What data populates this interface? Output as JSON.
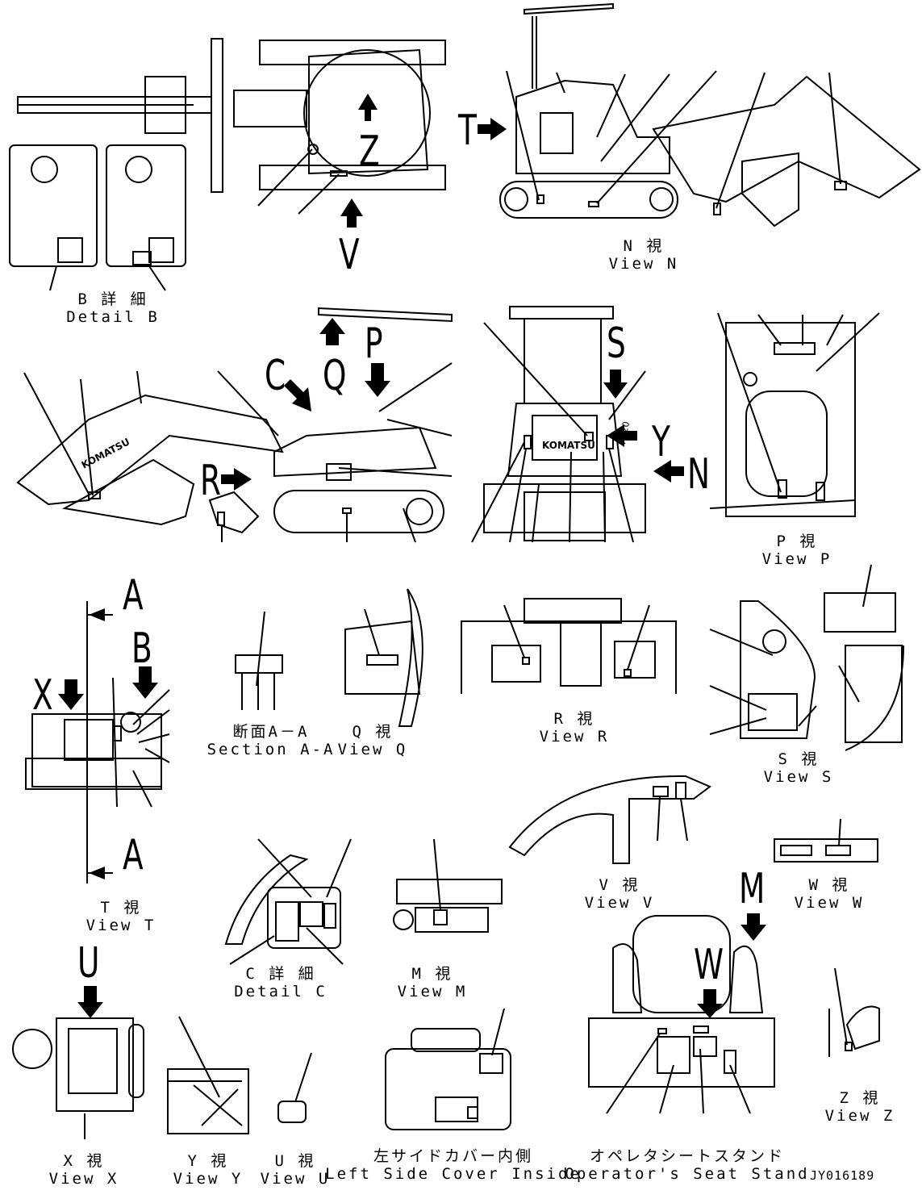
{
  "views": {
    "detail_b": {
      "jp": "B 詳 細",
      "en": "Detail B"
    },
    "view_n": {
      "jp": "N 視",
      "en": "View N"
    },
    "view_p": {
      "jp": "P 視",
      "en": "View P"
    },
    "section_aa": {
      "jp": "断面A－A",
      "en": "Section A-A"
    },
    "view_q": {
      "jp": "Q 視",
      "en": "View Q"
    },
    "view_r": {
      "jp": "R 視",
      "en": "View R"
    },
    "view_s": {
      "jp": "S 視",
      "en": "View S"
    },
    "view_t": {
      "jp": "T 視",
      "en": "View T"
    },
    "detail_c": {
      "jp": "C 詳 細",
      "en": "Detail C"
    },
    "view_m": {
      "jp": "M 視",
      "en": "View M"
    },
    "view_v": {
      "jp": "V 視",
      "en": "View V"
    },
    "view_w": {
      "jp": "W 視",
      "en": "View W"
    },
    "view_x": {
      "jp": "X 視",
      "en": "View X"
    },
    "view_y": {
      "jp": "Y 視",
      "en": "View Y"
    },
    "view_u": {
      "jp": "U 視",
      "en": "View U"
    },
    "view_z": {
      "jp": "Z 視",
      "en": "View Z"
    },
    "left_cover": {
      "jp": "左サイドカバー内側",
      "en": "Left Side Cover Inside"
    },
    "seat_stand": {
      "jp": "オペレタシートスタンド",
      "en": "Operator's Seat Stand"
    }
  },
  "arrows": {
    "z": "Z",
    "v": "V",
    "t": "T",
    "c": "C",
    "q": "Q",
    "p": "P",
    "r": "R",
    "s": "S",
    "y": "Y",
    "n": "N",
    "a_top": "A",
    "a_bottom": "A",
    "b": "B",
    "x": "X",
    "m": "M",
    "w": "W",
    "u": "U"
  },
  "brand": "KOMATSU",
  "model_mark": "PC20",
  "drawing_code": "JY016189"
}
